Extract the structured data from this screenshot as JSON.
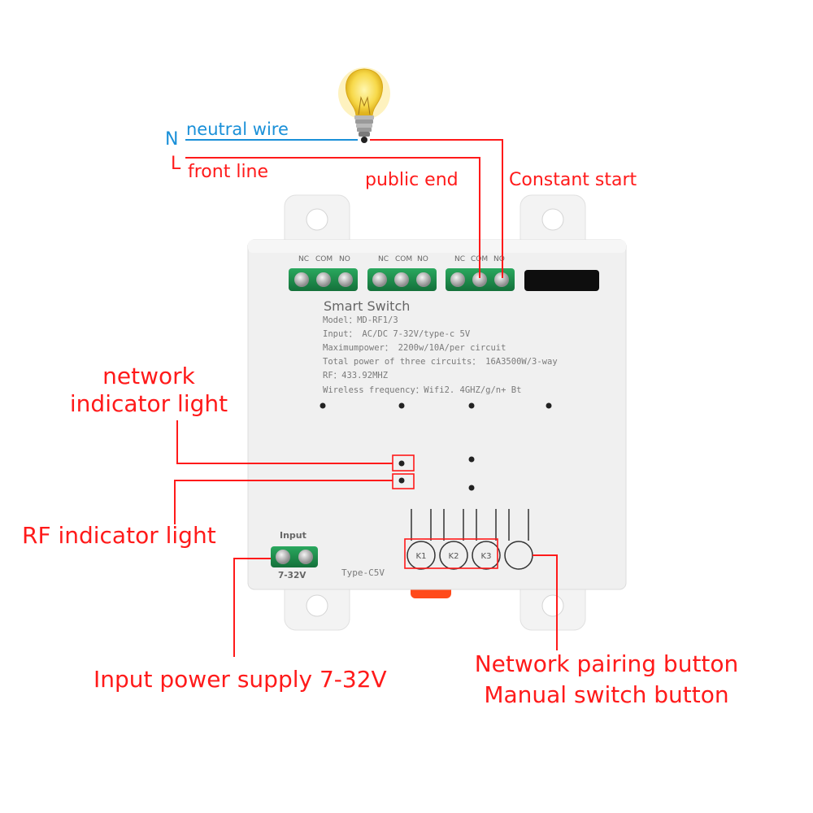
{
  "colors": {
    "annotation": "#ff1a1a",
    "neutral_wire": "#1a90d8",
    "device_body": "#f0f0f0",
    "terminal_block": "#1f8a4a",
    "pairing_button_led": "#ff4a1a"
  },
  "labels": {
    "n_letter": "N",
    "l_letter": "L",
    "neutral_wire": "neutral wire",
    "front_line": "front line",
    "public_end": "public end",
    "constant_start": "Constant start",
    "network_indicator_1": "network",
    "network_indicator_2": "indicator light",
    "rf_indicator": "RF indicator light",
    "input_power": "Input power supply 7-32V",
    "pairing_button": "Network pairing button",
    "manual_button": "Manual switch button"
  },
  "device": {
    "terminal_groups": [
      {
        "nc": "NC",
        "com": "COM",
        "no": "NO"
      },
      {
        "nc": "NC",
        "com": "COM",
        "no": "NO"
      },
      {
        "nc": "NC",
        "com": "COM",
        "no": "NO"
      }
    ],
    "title": "Smart Switch",
    "model": "Model：MD-RF1/3",
    "input": "Input： AC/DC 7-32V/type-c 5V",
    "max_power": "Maximumpower： 2200w/10A/per circuit",
    "total_power": "Total power of three circuits： 16A3500W/3-way",
    "rf": "RF：433.92MHZ",
    "wireless": "Wireless frequency：Wifi2. 4GHZ/g/n+ Bt",
    "input_label": "Input",
    "input_range": "7-32V",
    "typec": "Type-C5V",
    "buttons": [
      "K1",
      "K2",
      "K3"
    ]
  },
  "icons": [
    "light-bulb-icon"
  ]
}
